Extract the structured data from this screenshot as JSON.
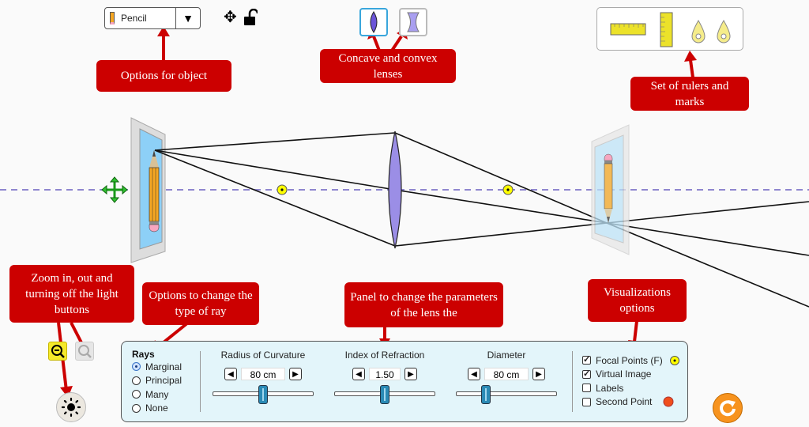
{
  "object_selector": {
    "label": "Pencil",
    "icon": "pencil-icon",
    "dropdown_icon": "triangle-down-icon"
  },
  "top_tools": {
    "move_icon": "move-arrows-icon",
    "lock_icon": "unlock-icon"
  },
  "lens_types": [
    {
      "name": "convex",
      "icon": "convex-lens-icon",
      "selected": true
    },
    {
      "name": "concave",
      "icon": "concave-lens-icon",
      "selected": false
    }
  ],
  "measure_tools": [
    {
      "name": "horizontal-ruler",
      "icon": "horizontal-ruler-icon"
    },
    {
      "name": "vertical-ruler",
      "icon": "vertical-ruler-icon"
    },
    {
      "name": "marker-1",
      "icon": "marker-icon"
    },
    {
      "name": "marker-2",
      "icon": "marker-icon"
    }
  ],
  "callouts": {
    "object": "Options for object",
    "lenses": "Concave and convex lenses",
    "rulers": "Set of rulers and marks",
    "zoom": "Zoom in, out and turning off the light buttons",
    "rays": "Options to change the type of ray",
    "panel": "Panel to change the parameters of the lens the",
    "visualizations": "Visualizations options"
  },
  "controls": {
    "zoom_out_icon": "zoom-out-icon",
    "zoom_in_icon": "zoom-in-icon",
    "light_icon": "light-bulb-icon",
    "reset_icon": "reset-icon"
  },
  "rays": {
    "title": "Rays",
    "options": [
      {
        "label": "Marginal",
        "selected": true
      },
      {
        "label": "Principal",
        "selected": false
      },
      {
        "label": "Many",
        "selected": false
      },
      {
        "label": "None",
        "selected": false
      }
    ]
  },
  "params": [
    {
      "title": "Radius of Curvature",
      "value": "80 cm",
      "fraction": 0.5
    },
    {
      "title": "Index of Refraction",
      "value": "1.50",
      "fraction": 0.5
    },
    {
      "title": "Diameter",
      "value": "80 cm",
      "fraction": 0.3
    }
  ],
  "visualizations": [
    {
      "label": "Focal Points (F)",
      "checked": true,
      "marker": "focal-point-icon",
      "marker_color": "#ffff00"
    },
    {
      "label": "Virtual Image",
      "checked": true
    },
    {
      "label": "Labels",
      "checked": false
    },
    {
      "label": "Second Point",
      "checked": false,
      "marker": "second-point-icon",
      "marker_color": "#f04e1c"
    }
  ],
  "colors": {
    "callout": "#cc0000",
    "axis": "#8f86cf",
    "lens": "#9b8ee6",
    "panel_bg": "#e3f5fa",
    "focal": "#ffff00",
    "reset": "#f7931e"
  }
}
